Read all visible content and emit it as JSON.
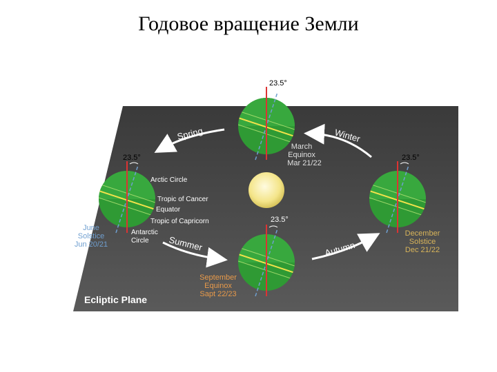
{
  "title": "Годовое вращение Земли",
  "plane_label": "Ecliptic Plane",
  "tilt_label": "23.5°",
  "seasons": {
    "spring": "Spring",
    "winter": "Winter",
    "summer": "Summer",
    "autumn": "Autumn"
  },
  "events": {
    "march": [
      "March",
      "Equinox",
      "Mar 21/22"
    ],
    "june": [
      "June",
      "Solstice",
      "Jun 20/21"
    ],
    "september": [
      "September",
      "Equinox",
      "Sapt 22/23"
    ],
    "december": [
      "December",
      "Solstice",
      "Dec 21/22"
    ]
  },
  "latitudes": {
    "arctic": "Arctic Circle",
    "cancer": "Tropic of Cancer",
    "equator": "Equator",
    "capricorn": "Tropic of Capricorn",
    "antarctic": [
      "Antarctic",
      "Circle"
    ]
  },
  "colors": {
    "earth": "#2f9a34",
    "earth_dark": "#1e6b22",
    "tilt_line": "#f2e24a",
    "axis": "#6f9fd0",
    "spring_text": "#6f9fd0",
    "summer_text": "#e89a4a",
    "autumn_text": "#d8b45a",
    "winter_text": "#c8c8c8"
  }
}
